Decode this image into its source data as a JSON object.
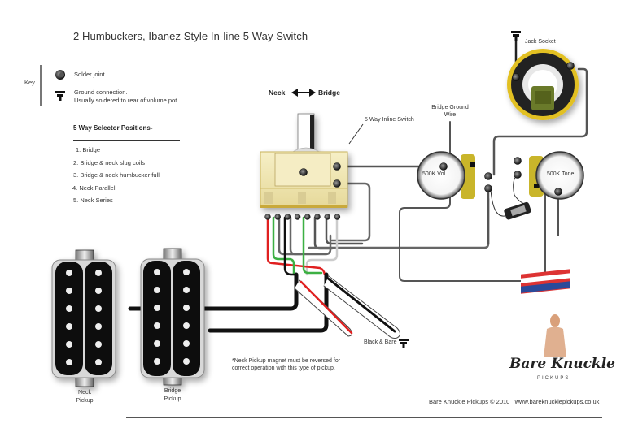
{
  "title": "2 Humbuckers, Ibanez Style In-line 5 Way Switch",
  "key": {
    "label": "Key",
    "items": [
      {
        "icon": "solder-joint-icon",
        "text": "Solder joint"
      },
      {
        "icon": "ground-icon",
        "text_line1": "Ground connection.",
        "text_line2": "Usually soldered to rear of volume pot"
      }
    ]
  },
  "selector": {
    "title": "5 Way Selector Positions-",
    "positions": [
      "1. Bridge",
      "2. Bridge & neck slug coils",
      "3. Bridge & neck humbucker full",
      "4. Neck Parallel",
      "5. Neck Series"
    ]
  },
  "switch": {
    "direction_left": "Neck",
    "direction_right": "Bridge",
    "label": "5 Way Inline Switch"
  },
  "components": {
    "bridge_ground_line1": "Bridge Ground",
    "bridge_ground_line2": "Wire",
    "jack_socket": "Jack Socket",
    "volume_pot": "500K Vol",
    "tone_pot": "500K Tone",
    "ground_lead": "Black & Bare"
  },
  "pickups": {
    "neck_line1": "Neck",
    "neck_line2": "Pickup",
    "bridge_line1": "Bridge",
    "bridge_line2": "Pickup"
  },
  "note": "*Neck Pickup magnet must be reversed for correct operation with this type of pickup.",
  "brand": {
    "name": "Bare Knuckle",
    "sub": "PICKUPS"
  },
  "footer": {
    "copyright": "Bare Knuckle Pickups © 2010",
    "url": "www.bareknucklepickups.co.uk"
  },
  "colors": {
    "wire_red": "#e02020",
    "wire_green": "#3cb043",
    "wire_black": "#111111",
    "wire_grey": "#555555",
    "wire_white": "#cccccc",
    "switch_body": "#f0e6b0",
    "pot_lug": "#c9b52a",
    "jack_ring": "#e2c020",
    "jack_tab": "#6b7a2a"
  }
}
